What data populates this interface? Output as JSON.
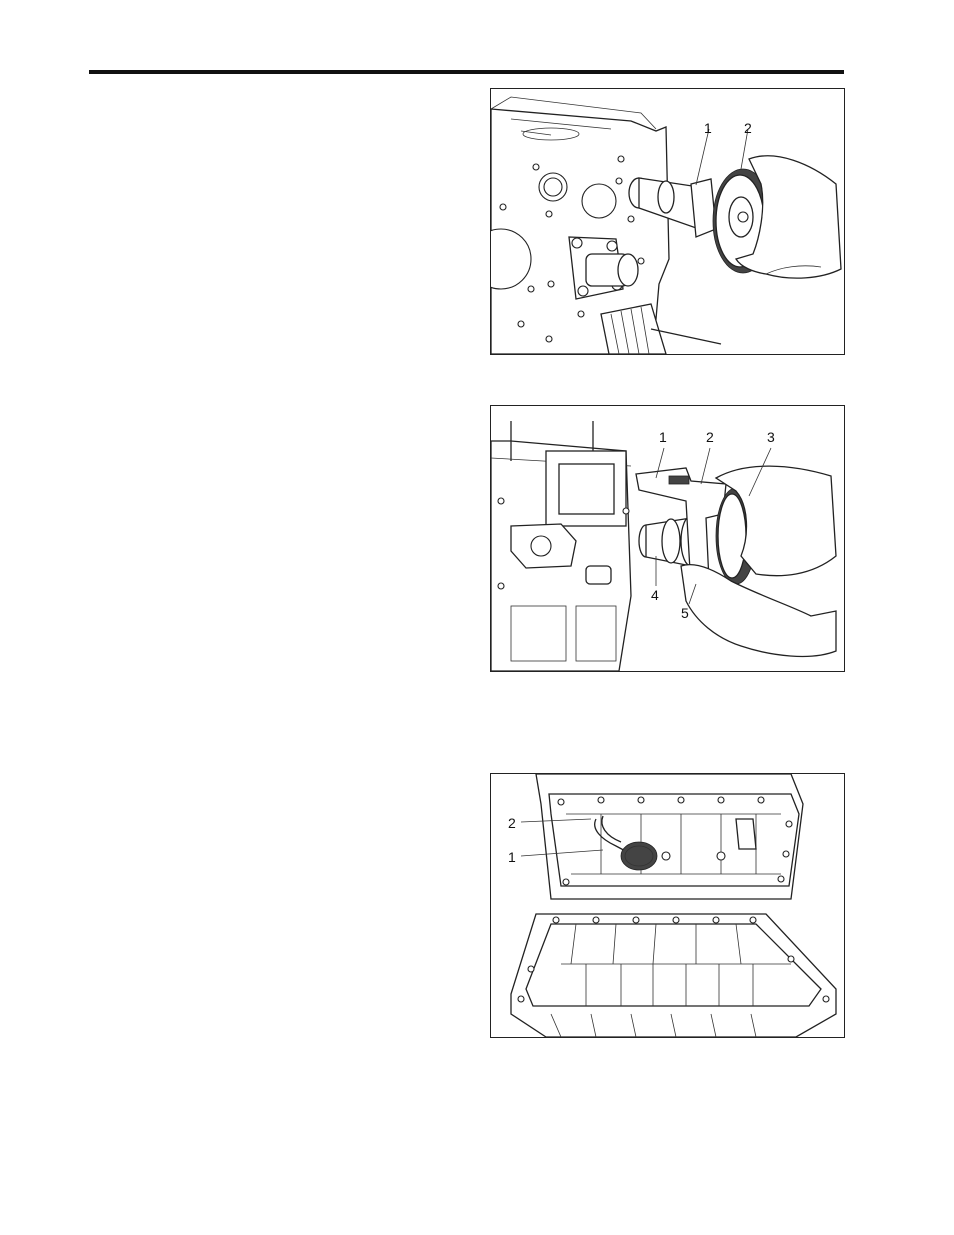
{
  "figures": [
    {
      "id": "camshaft-gear-removal",
      "callouts": [
        "1",
        "2"
      ]
    },
    {
      "id": "camshaft-clearance-check",
      "callouts": [
        "1",
        "2",
        "3",
        "4",
        "5"
      ]
    },
    {
      "id": "oil-sump-strainer",
      "callouts": [
        "2",
        "1"
      ]
    }
  ]
}
